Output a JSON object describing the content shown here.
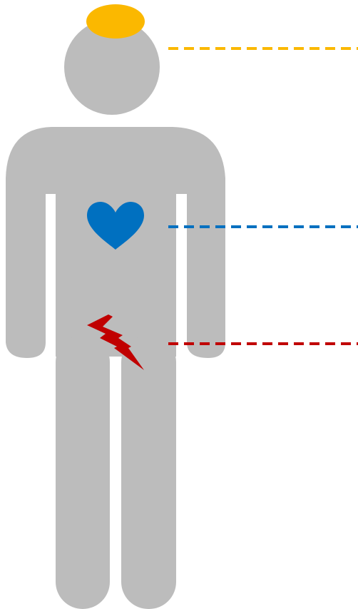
{
  "figure": {
    "body_color": "#bcbcbc",
    "background_color": "#ffffff"
  },
  "markers": [
    {
      "id": "head",
      "icon": "halo-icon",
      "color": "#fbb800"
    },
    {
      "id": "chest",
      "icon": "heart-icon",
      "color": "#0070c0"
    },
    {
      "id": "abdomen",
      "icon": "lightning-bolt-icon",
      "color": "#c00000"
    }
  ]
}
